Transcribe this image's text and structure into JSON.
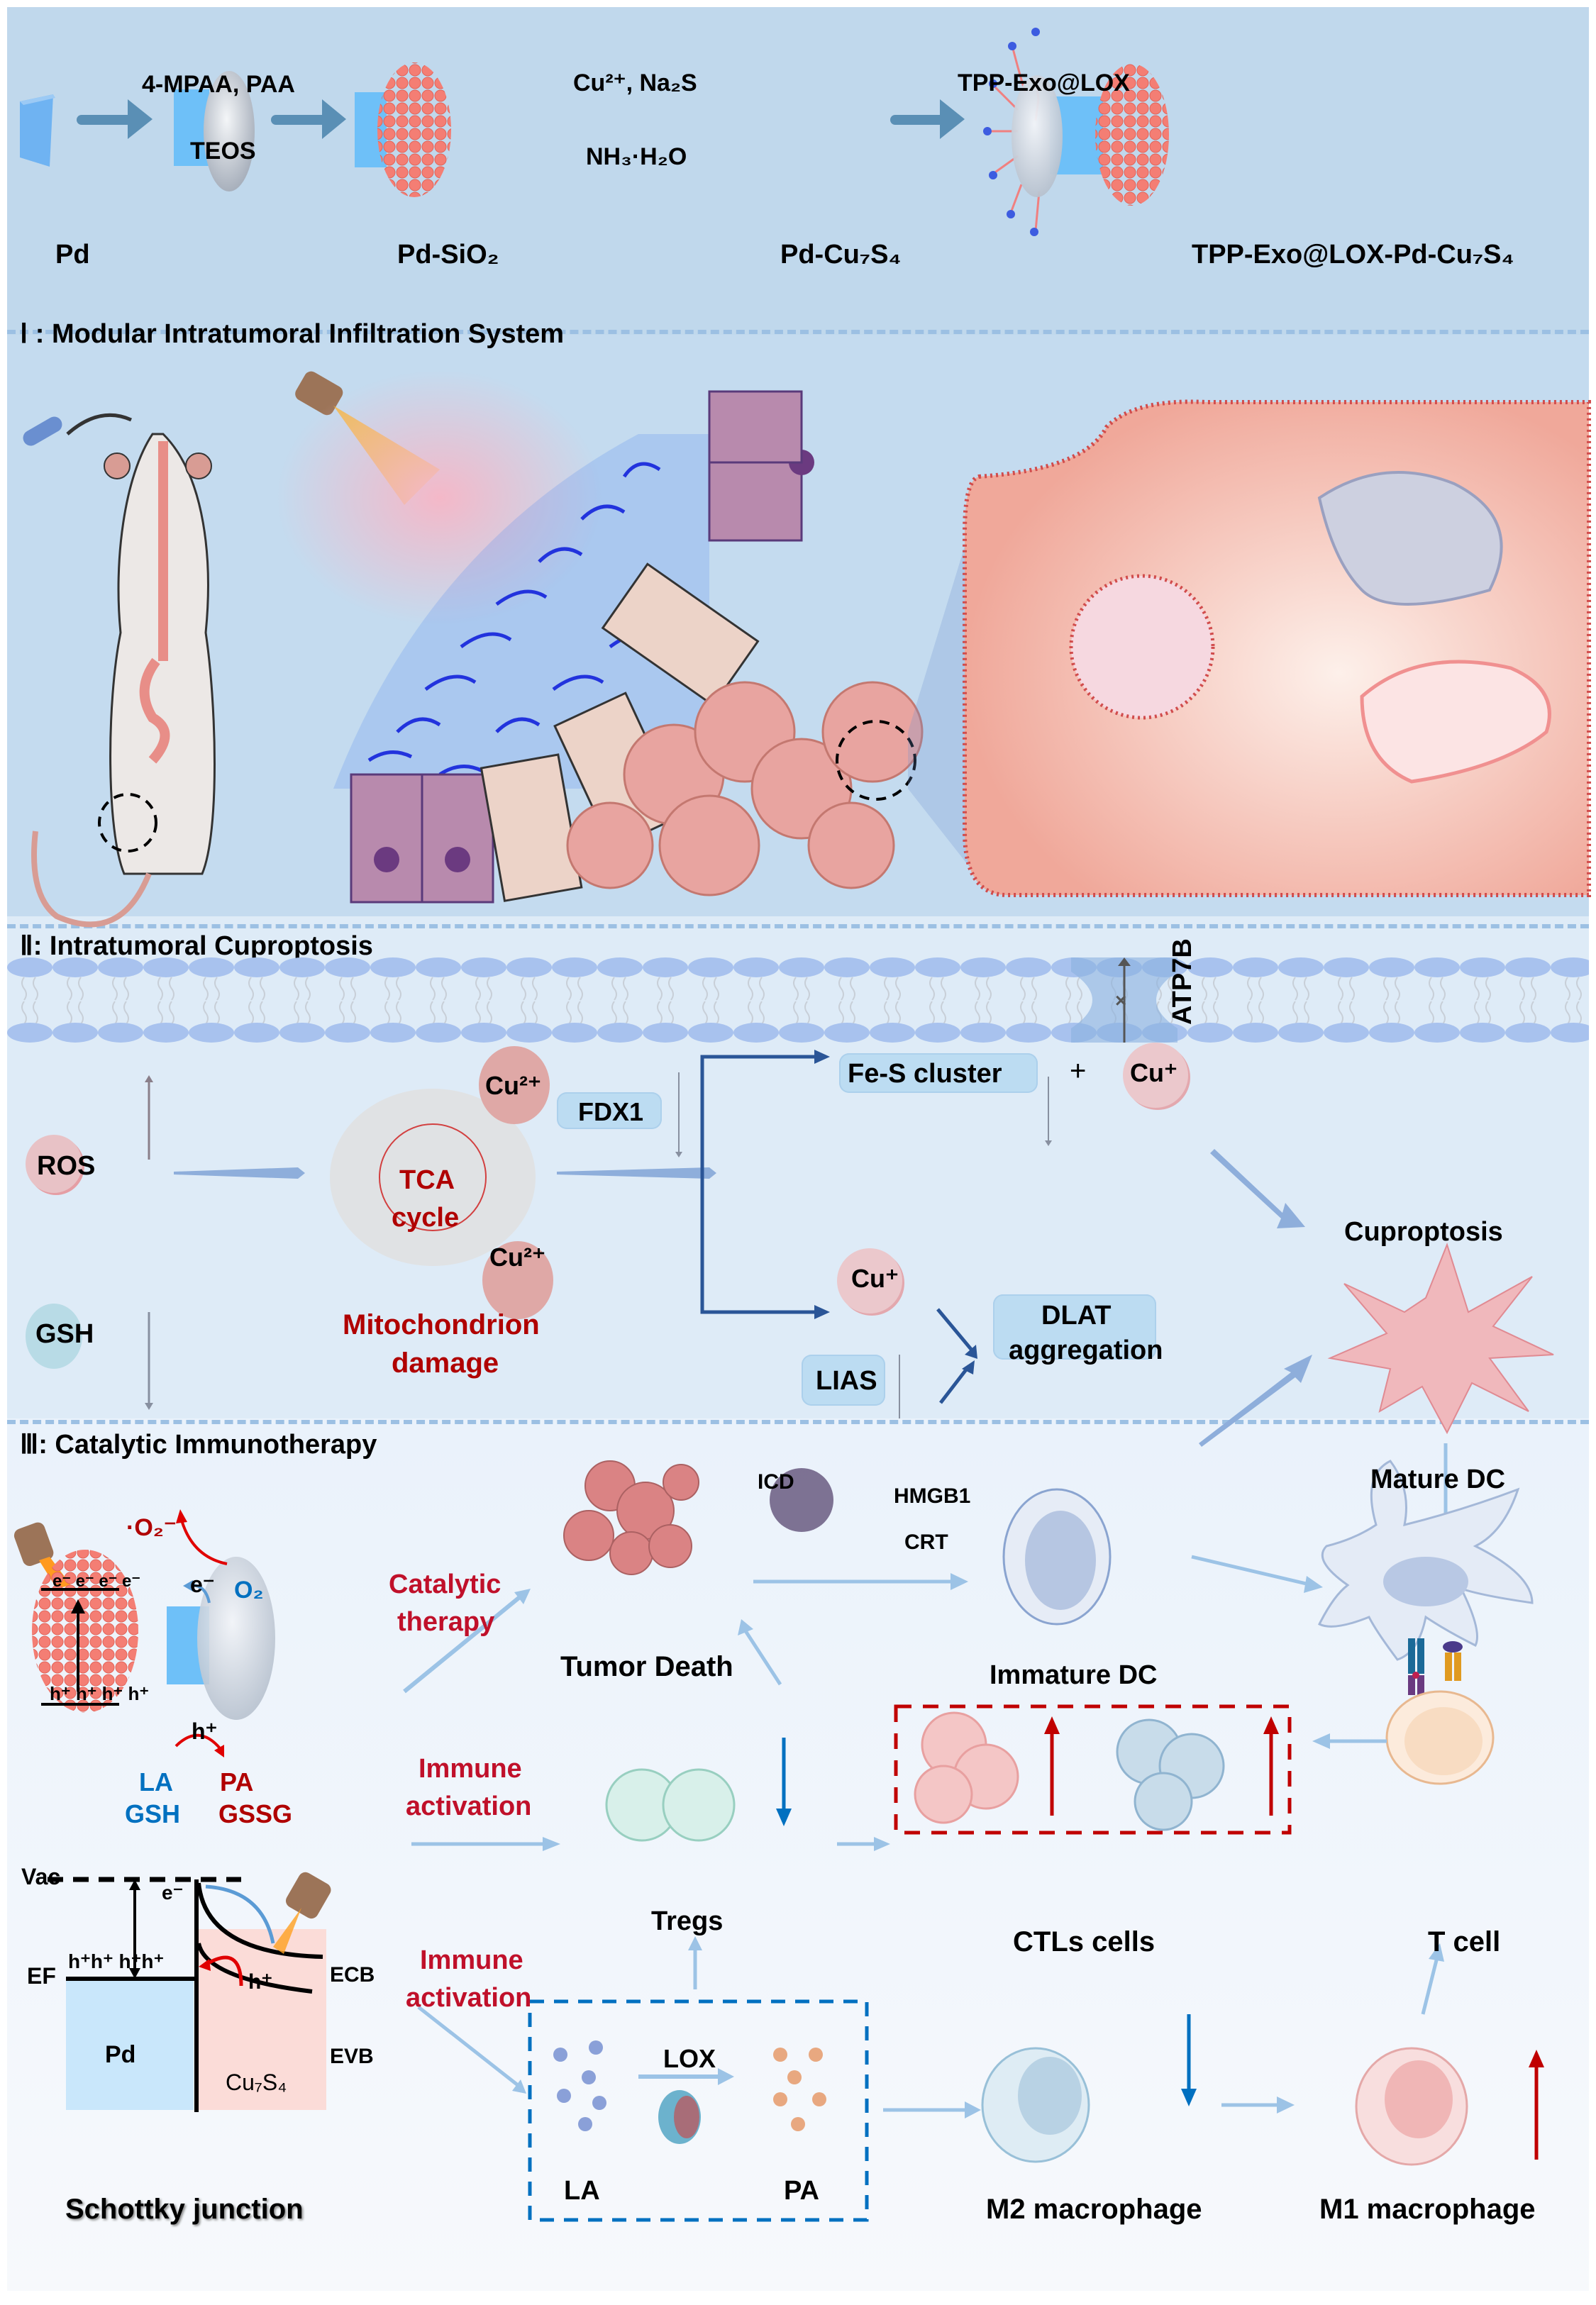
{
  "synthesis": {
    "steps": [
      {
        "product": "Pd",
        "reagent_top": "4-MPAA, PAA",
        "reagent_bottom": "TEOS"
      },
      {
        "product": "Pd-SiO₂",
        "reagent_top": "Cu²⁺, Na₂S",
        "reagent_bottom": "NH₃·H₂O"
      },
      {
        "product": "Pd-Cu₇S₄",
        "reagent_top": "TPP-Exo@LOX",
        "reagent_bottom": ""
      },
      {
        "product": "TPP-Exo@LOX-Pd-Cu₇S₄"
      }
    ]
  },
  "section1": {
    "title": "Ⅰ : Modular Intratumoral Infiltration System"
  },
  "section2": {
    "title": "Ⅱ: Intratumoral Cuproptosis",
    "membrane_protein": "ATP7B",
    "ros": "ROS",
    "gsh": "GSH",
    "tca": "TCA\ncycle",
    "tca_line1": "TCA",
    "tca_line2": "cycle",
    "cu2_top": "Cu²⁺",
    "cu2_bottom": "Cu²⁺",
    "mito_damage_line1": "Mitochondrion",
    "mito_damage_line2": "damage",
    "fdx1": "FDX1",
    "fes": "Fe-S cluster",
    "plus": "+",
    "cu1_top": "Cu⁺",
    "cu1_bottom": "Cu⁺",
    "lias": "LIAS",
    "dlat_line1": "DLAT",
    "dlat_line2": "aggregation",
    "cuproptosis": "Cuproptosis"
  },
  "section3": {
    "title": "Ⅲ: Catalytic Immunotherapy",
    "superoxide": "·O₂⁻",
    "o2": "O₂",
    "electron": "e⁻",
    "electrons_row": "e⁻ e⁻ e⁻ e⁻",
    "holes_row": "h⁺ h⁺ h⁺ h⁺",
    "hole": "h⁺",
    "la": "LA",
    "gsh": "GSH",
    "pa": "PA",
    "gssg": "GSSG",
    "catalytic_line1": "Catalytic",
    "catalytic_line2": "therapy",
    "immune1_line1": "Immune",
    "immune1_line2": "activation",
    "immune2_line1": "Immune",
    "immune2_line2": "activation",
    "tumor_death": "Tumor Death",
    "icd": "ICD",
    "hmgb1": "HMGB1",
    "crt": "CRT",
    "immature_dc": "Immature DC",
    "mature_dc": "Mature DC",
    "tregs": "Tregs",
    "ctls": "CTLs cells",
    "t_cell": "T cell",
    "lox": "LOX",
    "lox_la": "LA",
    "lox_pa": "PA",
    "m2": "M2 macrophage",
    "m1": "M1 macrophage",
    "schottky": {
      "title": "Schottky junction",
      "vac": "Vac",
      "ef": "EF",
      "ecb": "ECB",
      "evb": "EVB",
      "metal": "Pd",
      "semiconductor": "Cu₇S₄",
      "holes": "h⁺h⁺ h⁺h⁺",
      "hole": "h⁺",
      "electron": "e⁻"
    }
  },
  "colors": {
    "panel_top": "#c0d8ec",
    "panel_cuproptosis": "#deebf7",
    "accent_red": "#c0102a",
    "accent_blue": "#0070c0",
    "arrow_light": "#9cc3e6",
    "arrow_dark": "#2a5597",
    "cuproptosis_star": "#f0b8bc"
  }
}
